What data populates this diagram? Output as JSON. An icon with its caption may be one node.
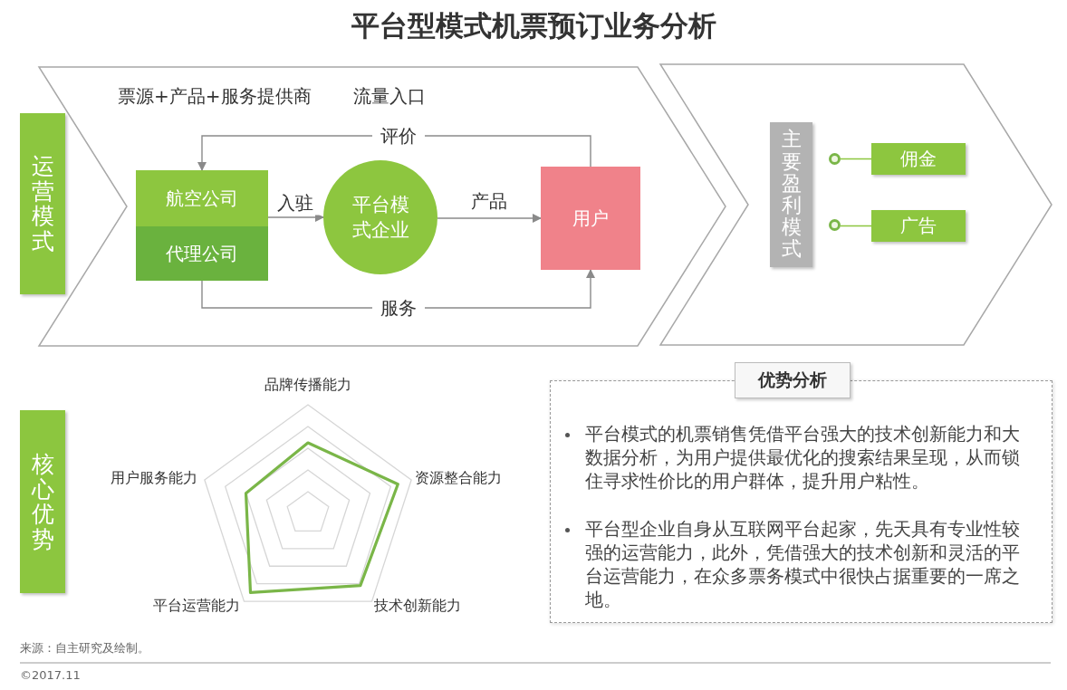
{
  "diagram": {
    "title": "平台型模式机票预订业务分析",
    "nodes": [
      {
        "text": [
          "票源+产品+服务提供商",
          "流量入口"
        ]
      },
      {
        "text": [
          "运营模式"
        ]
      },
      {
        "text": [
          "航空公司"
        ],
        "in": 0
      },
      {
        "text": [
          "代理公司"
        ],
        "in": 0
      },
      {
        "text": [
          "平台模式企业"
        ],
        "in": 0
      },
      {
        "text": [
          "用户"
        ],
        "in": 0
      },
      {
        "text": [],
        "shape": "chevron"
      },
      {
        "text": [
          "主要盈利模式"
        ],
        "in": 6
      },
      {
        "text": [],
        "shape": "circle",
        "in": 6
      },
      {
        "text": [
          "佣金"
        ],
        "in": 6
      },
      {
        "text": [],
        "shape": "circle",
        "in": 6
      },
      {
        "text": [
          "广告"
        ],
        "in": 6
      },
      {
        "text": [
          "核心优势"
        ]
      },
      {
        "text": [
          "优势分析",
          "平台模式的机票销售凭借平台强大的技术创新能力和大数据分析，为用户提供最优化的搜索结果呈现，从而锁住寻求性价比的用户群体，提升用户粘性。",
          "平台型企业自身从互联网平台起家，先天具有专业性较强的运营能力，此外，凭借强大的技术创新和灵活的平台运营能力，在众多票务模式中很快占据重要的一席之地。"
        ]
      }
    ],
    "edges": [
      {
        "from": 5,
        "to": 2,
        "arrow": "to",
        "label": "评价"
      },
      {
        "from": 2,
        "to": 4,
        "arrow": "to",
        "label": "入驻"
      },
      {
        "from": 4,
        "to": 5,
        "arrow": "to",
        "label": "产品"
      },
      {
        "from": 3,
        "to": 5,
        "arrow": "to",
        "label": "服务"
      },
      {
        "from": 8,
        "to": 9,
        "arrow": "none",
        "color": "#8dc63f"
      },
      {
        "from": 10,
        "to": 11,
        "arrow": "none",
        "color": "#8dc63f"
      }
    ],
    "labels": [
      "品牌传播能力",
      "用户服务能力",
      "资源整合能力",
      "平台运营能力",
      "技术创新能力",
      "来源：自主研究及绘制。",
      "©2017.11"
    ]
  }
}
